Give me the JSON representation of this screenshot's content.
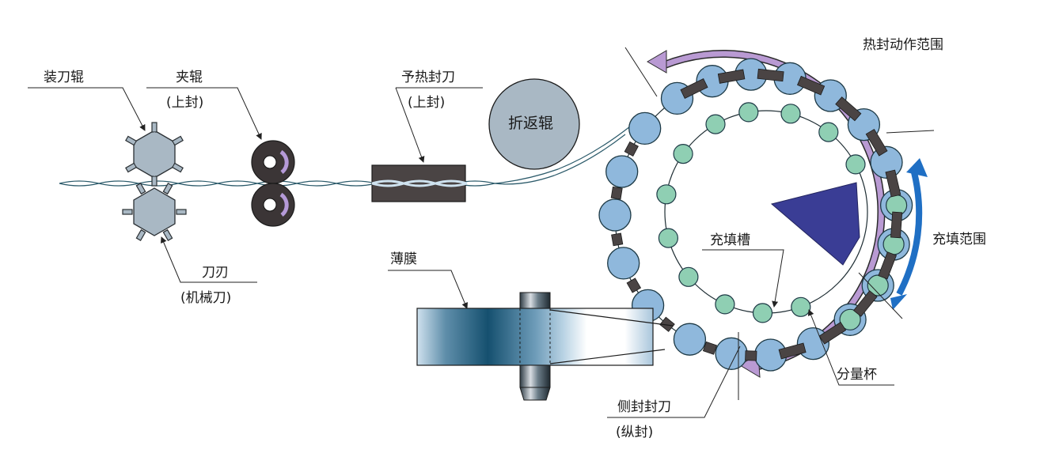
{
  "diagram": {
    "type": "packaging-machine-process",
    "labels": {
      "knife_roller": "装刀辊",
      "pinch_roller": "夹辊",
      "pinch_roller_note": "(上封)",
      "preheat_sealer": "予热封刀",
      "preheat_sealer_note": "(上封)",
      "turn_roller": "折返辊",
      "heat_seal_range": "热封动作范围",
      "fill_range": "充填范围",
      "fill_hopper": "充填槽",
      "film": "薄膜",
      "blade": "刀刃",
      "blade_note": "(机械刀)",
      "side_seal_knife": "侧封封刀",
      "side_seal_note": "(纵封)",
      "measuring_cup": "分量杯"
    },
    "colors": {
      "cup_blue": "#8fb8dc",
      "dose_green": "#8fcfb3",
      "sealer_dark": "#4a4444",
      "roller_grey": "#a9b8c4",
      "heat_arrow": "#b99ad3",
      "fill_arrow": "#1f6fc4",
      "hopper": "#3a3d95",
      "outline": "#1e3a46"
    }
  }
}
